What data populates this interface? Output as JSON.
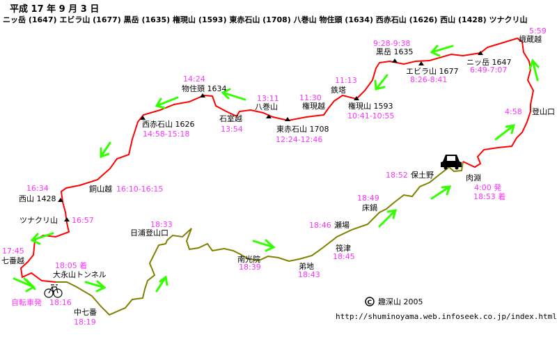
{
  "title": "平成 17 年 9 月 3 日",
  "peak_list": "ニッ岳 (1647)  エビラ山 (1677)  黒岳 (1635) 権現山 (1593)  東赤石山 (1708)  八巻山  物住頭 (1634) 西赤石山 (1626)    西山 (1428)  ツナクリ山",
  "colors": {
    "route_walk": "#ff0000",
    "route_bike": "#808000",
    "arrow": "#33ff00",
    "time": "#ff33ff"
  },
  "places": {
    "gakuzo": "峨蔵越",
    "gakuzo_t": "5:59",
    "futatsu": "ニッ岳 1647",
    "futatsu_t": "6:49-7:07",
    "ebira": "エビラ山 1677",
    "ebira_t": "8:26-8:41",
    "kuro": "黒岳 1635",
    "kuro_t": "9:28-9:38",
    "gongen": "権現山 1593",
    "gongen_t": "10:41-10:55",
    "tetto": "鉄塔",
    "tetto_t": "11:13",
    "gongengoe": "権現越",
    "gongengoe_t": "11:30",
    "higashi": "東赤石山 1708",
    "higashi_t": "12:24-12:46",
    "hachimaki": "八巻山",
    "hachimaki_t": "13:11",
    "ishimuro": "石室越",
    "ishimuro_t": "13:54",
    "monosumi": "物住頭 1634",
    "monosumi_t": "14:24",
    "nishiakaishi": "西赤石山 1626",
    "nishiakaishi_t": "14:58-15:18",
    "dozan": "銅山越",
    "dozan_t": "16:10-16:15",
    "nishiyama": "西山 1428",
    "nishiyama_t": "16:34",
    "tsunakuri": "ツナクリ山",
    "tsunakuri_t": "16:57",
    "shichiban": "七番越",
    "shichiban_t": "17:45",
    "tunnel": "大永山トンネル",
    "tunnel_t": "18:05 着",
    "bike": "自転車発",
    "bike_t": "18:16",
    "nakashichi": "中七番",
    "nakashichi_t": "18:19",
    "hiura": "日浦登山口",
    "hiura_t": "18:33",
    "nankoin": "南光院",
    "nankoin_t": "18:39",
    "daichi": "弟地",
    "daichi_t": "18:43",
    "shinotsu": "筏津",
    "shinotsu_t": "18:45",
    "seba": "瀬場",
    "seba_t": "18:46",
    "tokonabe": "床鍋",
    "tokonabe_t": "18:49",
    "hotono": "保土野",
    "hotono_t": "18:52",
    "tozanguchi": "登山口",
    "tozanguchi_t": "4:58",
    "shishibuchi": "肉淵",
    "shishibuchi_t1": "4:00 発",
    "shishibuchi_t2": "18:53 着"
  },
  "credit": "趣深山   2005",
  "url": "http://shuminoyama.web.infoseek.co.jp/index.html",
  "icons": [
    "peak-triangle-icon",
    "car-icon",
    "bicycle-icon",
    "direction-arrow-icon",
    "copyright-icon"
  ]
}
